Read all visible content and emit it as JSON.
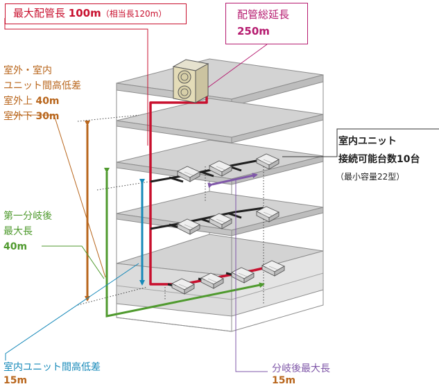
{
  "colors": {
    "red": "#c8102e",
    "magenta": "#b51a6f",
    "orange": "#b8651b",
    "green": "#4f9a2e",
    "blue": "#1689b9",
    "purple": "#7f57a8",
    "floor": "#cfcfcf",
    "floor_edge": "#8c8c8c",
    "pipe": "#1f1f1f"
  },
  "labels": {
    "max_pipe_title": "最大配管長",
    "max_pipe_value": "100m",
    "max_pipe_note": "（相当長120m）",
    "total_pipe_title": "配管総延長",
    "total_pipe_value": "250m",
    "height_diff_title1": "室外・室内",
    "height_diff_title2": "ユニット間高低差",
    "outdoor_above_label": "室外上",
    "outdoor_above_value": "40m",
    "outdoor_below_label": "室外下",
    "outdoor_below_value": "30m",
    "first_branch_line1": "第一分岐後",
    "first_branch_line2": "最大長",
    "first_branch_value": "40m",
    "indoor_units_line1": "室内ユニット",
    "indoor_units_line2": "接続可能台数10台",
    "indoor_units_note": "（最小容量22型）",
    "indoor_height_title": "室内ユニット間高低差",
    "indoor_height_value": "15m",
    "branch_max_title": "分岐後最大長",
    "branch_max_value": "15m"
  },
  "icons": {
    "outdoor_unit": "outdoor-unit-icon",
    "indoor_unit": "ceiling-cassette-icon"
  }
}
